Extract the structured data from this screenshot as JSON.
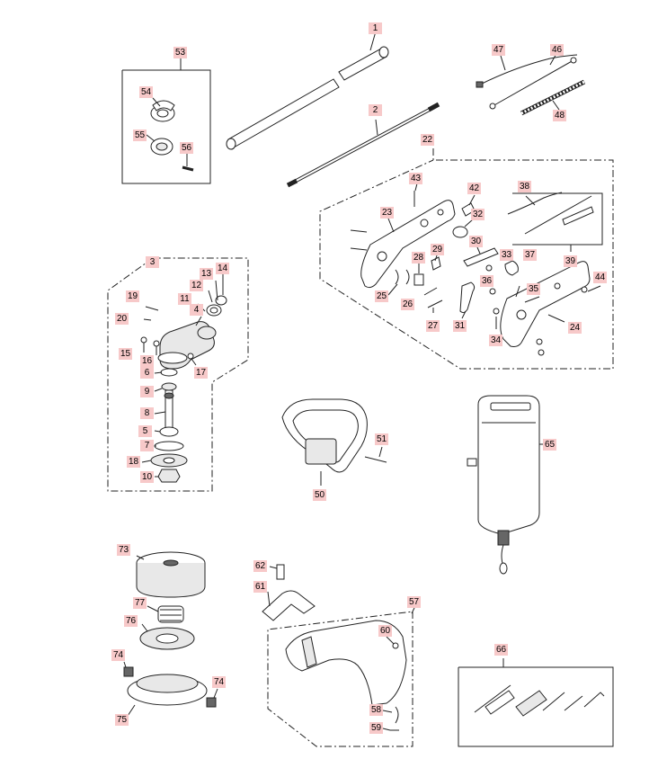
{
  "title": "",
  "parts": {
    "p1": "1",
    "p2": "2",
    "p3": "3",
    "p4": "4",
    "p5": "5",
    "p6": "6",
    "p7": "7",
    "p8": "8",
    "p9": "9",
    "p10": "10",
    "p11": "11",
    "p12": "12",
    "p13": "13",
    "p14": "14",
    "p15": "15",
    "p16": "16",
    "p17": "17",
    "p18": "18",
    "p19": "19",
    "p20": "20",
    "p22": "22",
    "p23": "23",
    "p24": "24",
    "p25": "25",
    "p26": "26",
    "p27": "27",
    "p28": "28",
    "p29": "29",
    "p30": "30",
    "p31": "31",
    "p32": "32",
    "p33": "33",
    "p34": "34",
    "p35": "35",
    "p36": "36",
    "p37": "37",
    "p38": "38",
    "p39": "39",
    "p42": "42",
    "p43": "43",
    "p44": "44",
    "p46": "46",
    "p47": "47",
    "p48": "48",
    "p50": "50",
    "p51": "51",
    "p53": "53",
    "p54": "54",
    "p55": "55",
    "p56": "56",
    "p57": "57",
    "p58": "58",
    "p59": "59",
    "p60": "60",
    "p61": "61",
    "p62": "62",
    "p65": "65",
    "p66": "66",
    "p73": "73",
    "p74a": "74",
    "p74b": "74",
    "p75": "75",
    "p76": "76",
    "p77": "77"
  },
  "colors": {
    "label_bg": "#f7c9c9",
    "line": "#222222"
  }
}
